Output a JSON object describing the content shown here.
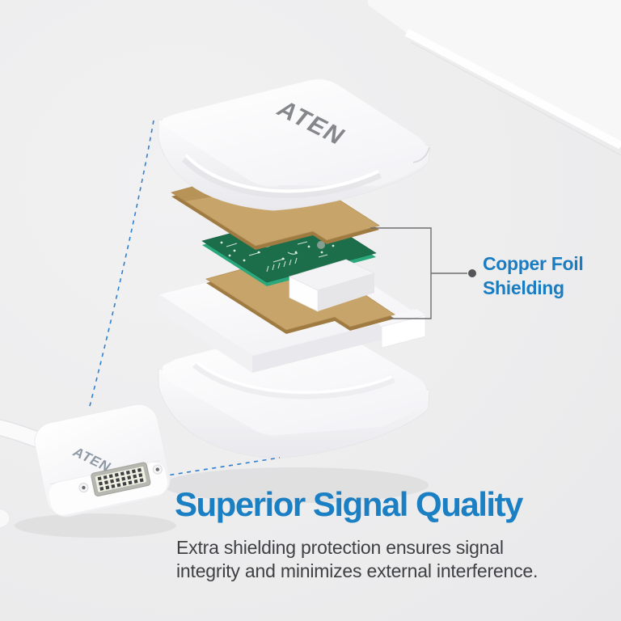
{
  "brand": {
    "enclosure_logo_text": "ATEN",
    "adapter_logo_text": "ATEN"
  },
  "callout": {
    "line1": "Copper Foil",
    "line2": "Shielding",
    "label_color": "#1a7dc2",
    "leader_line_color": "#6e6f71",
    "leader_dot_color": "#545559"
  },
  "heading": {
    "text": "Superior Signal Quality",
    "color": "#1b7fc3"
  },
  "description": {
    "line1": "Extra shielding protection ensures signal",
    "line2": "integrity and minimizes external interference.",
    "color": "#3f4043"
  },
  "diagram_colors": {
    "background": "#ededee",
    "shell_white": "#fdfdfe",
    "copper_foil": "#c7a46a",
    "copper_foil_edge": "#9f7b42",
    "pcb_green": "#1c6e4b",
    "pcb_edge_teal": "#2aa77b",
    "dashed_line_blue": "#2e7fd1"
  }
}
